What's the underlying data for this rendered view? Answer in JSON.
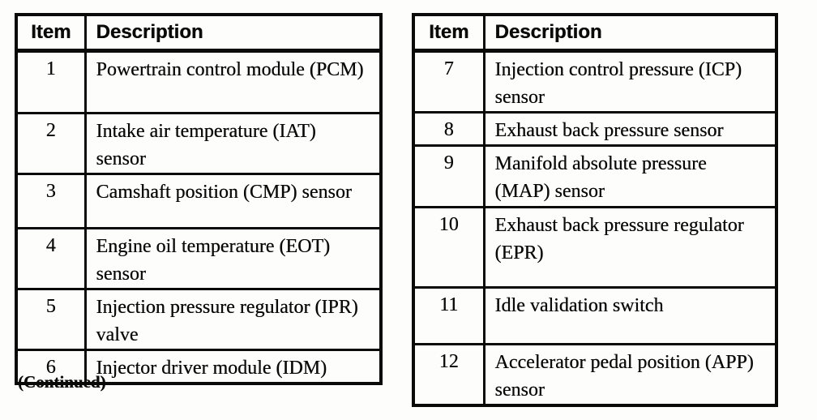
{
  "page": {
    "background_color": "#fdfdfc",
    "text_color": "#0a0a0a",
    "continued_note": "(Continued)"
  },
  "tables": [
    {
      "headers": {
        "item": "Item",
        "description": "Description"
      },
      "rows": [
        {
          "item": "1",
          "description": "Powertrain control module (PCM)"
        },
        {
          "item": "2",
          "description": "Intake air temperature (IAT) sensor"
        },
        {
          "item": "3",
          "description": "Camshaft position (CMP) sensor"
        },
        {
          "item": "4",
          "description": "Engine oil temperature (EOT) sensor"
        },
        {
          "item": "5",
          "description": "Injection pressure regulator (IPR) valve"
        },
        {
          "item": "6",
          "description": "Injector driver module (IDM)"
        }
      ]
    },
    {
      "headers": {
        "item": "Item",
        "description": "Description"
      },
      "rows": [
        {
          "item": "7",
          "description": "Injection control pressure (ICP) sensor"
        },
        {
          "item": "8",
          "description": "Exhaust back pressure sensor"
        },
        {
          "item": "9",
          "description": "Manifold absolute pressure (MAP) sensor"
        },
        {
          "item": "10",
          "description": "Exhaust back pressure regulator (EPR)"
        },
        {
          "item": "11",
          "description": "Idle validation switch"
        },
        {
          "item": "12",
          "description": "Accelerator pedal position (APP) sensor"
        }
      ]
    }
  ]
}
